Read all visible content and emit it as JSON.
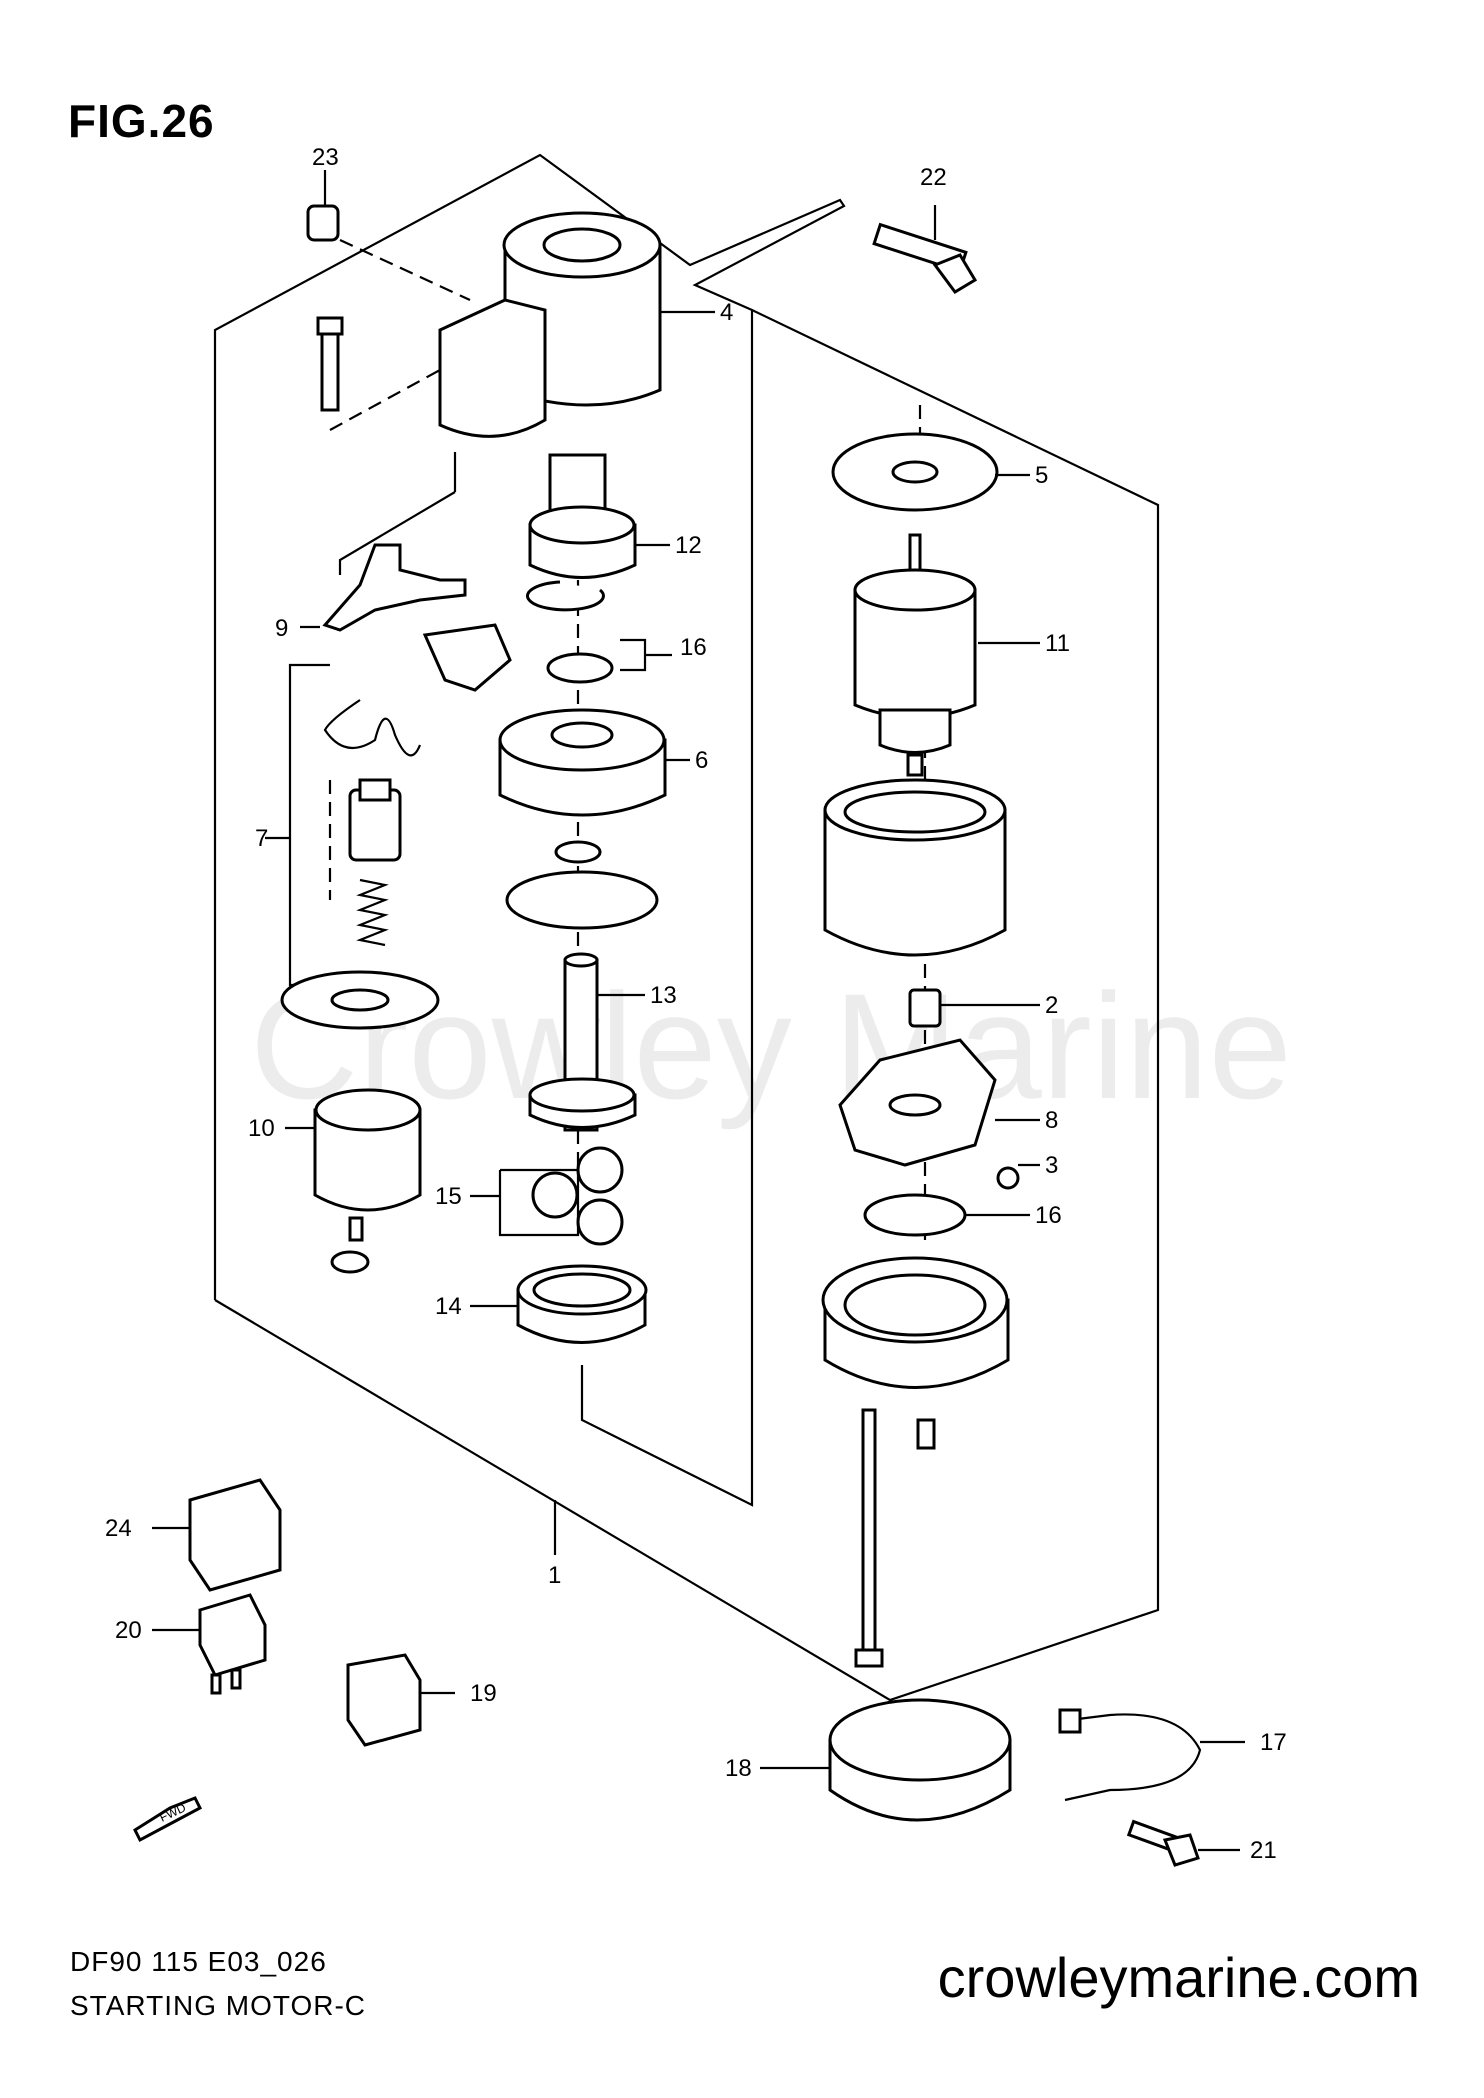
{
  "figure": {
    "title": "FIG.26",
    "code": "DF90 115 E03_026",
    "name": "STARTING MOTOR-C",
    "site": "crowleymarine.com",
    "watermark": "Crowley Marine"
  },
  "callouts": [
    {
      "id": "c1",
      "label": "1"
    },
    {
      "id": "c2",
      "label": "2"
    },
    {
      "id": "c3",
      "label": "3"
    },
    {
      "id": "c4",
      "label": "4"
    },
    {
      "id": "c5",
      "label": "5"
    },
    {
      "id": "c6",
      "label": "6"
    },
    {
      "id": "c7",
      "label": "7"
    },
    {
      "id": "c8",
      "label": "8"
    },
    {
      "id": "c9",
      "label": "9"
    },
    {
      "id": "c10",
      "label": "10"
    },
    {
      "id": "c11",
      "label": "11"
    },
    {
      "id": "c12",
      "label": "12"
    },
    {
      "id": "c13",
      "label": "13"
    },
    {
      "id": "c14",
      "label": "14"
    },
    {
      "id": "c15",
      "label": "15"
    },
    {
      "id": "c16a",
      "label": "16"
    },
    {
      "id": "c16b",
      "label": "16"
    },
    {
      "id": "c17",
      "label": "17"
    },
    {
      "id": "c18",
      "label": "18"
    },
    {
      "id": "c19",
      "label": "19"
    },
    {
      "id": "c20",
      "label": "20"
    },
    {
      "id": "c21",
      "label": "21"
    },
    {
      "id": "c22",
      "label": "22"
    },
    {
      "id": "c23",
      "label": "23"
    },
    {
      "id": "c24",
      "label": "24"
    }
  ],
  "fwd_label": "FWD"
}
